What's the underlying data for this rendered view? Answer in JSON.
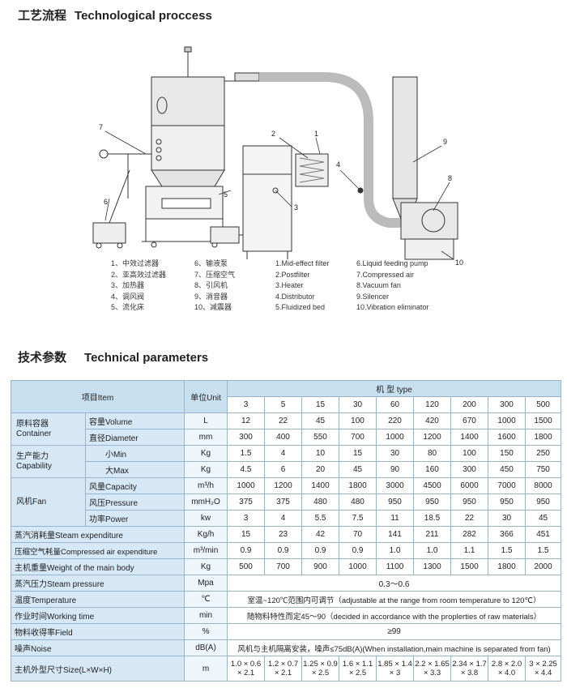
{
  "section1": {
    "title_cn": "工艺流程",
    "title_en": "Technological proccess"
  },
  "diagram": {
    "callouts": [
      "7",
      "2",
      "1",
      "4",
      "9",
      "8",
      "5",
      "6",
      "3",
      "10"
    ],
    "legend_cn": [
      "1、中效过滤器",
      "2、亚高效过滤器",
      "3、加热器",
      "4、调风阀",
      "5、流化床",
      "6、输液泵",
      "7、压缩空气",
      "8、引风机",
      "9、消音器",
      "10、减震器"
    ],
    "legend_en": [
      "1.Mid-effect filter",
      "2.Postfilter",
      "3.Heater",
      "4.Distributor",
      "5.Fluidized bed",
      "6.Liquid feeding pump",
      "7.Compressed air",
      "8.Vacuum fan",
      "9.Silencer",
      "10.Vibration eliminator"
    ]
  },
  "section2": {
    "title_cn": "技术参数",
    "title_en": "Technical parameters"
  },
  "table": {
    "item_header": "项目Item",
    "unit_header": "单位Unit",
    "type_header": "机 型 type",
    "types": [
      "3",
      "5",
      "15",
      "30",
      "60",
      "120",
      "200",
      "300",
      "500"
    ],
    "container": {
      "group": "原料容器 Container",
      "volume": {
        "label": "容量Volume",
        "unit": "L",
        "values": [
          "12",
          "22",
          "45",
          "100",
          "220",
          "420",
          "670",
          "1000",
          "1500"
        ]
      },
      "diameter": {
        "label": "直径Diameter",
        "unit": "mm",
        "values": [
          "300",
          "400",
          "550",
          "700",
          "1000",
          "1200",
          "1400",
          "1600",
          "1800"
        ]
      }
    },
    "capability": {
      "group": "生产能力 Capability",
      "min": {
        "label": "小Min",
        "unit": "Kg",
        "values": [
          "1.5",
          "4",
          "10",
          "15",
          "30",
          "80",
          "100",
          "150",
          "250"
        ]
      },
      "max": {
        "label": "大Max",
        "unit": "Kg",
        "values": [
          "4.5",
          "6",
          "20",
          "45",
          "90",
          "160",
          "300",
          "450",
          "750"
        ]
      }
    },
    "fan": {
      "group": "风机Fan",
      "capacity": {
        "label": "风量Capacity",
        "unit": "m³/h",
        "values": [
          "1000",
          "1200",
          "1400",
          "1800",
          "3000",
          "4500",
          "6000",
          "7000",
          "8000"
        ]
      },
      "pressure": {
        "label": "风压Pressure",
        "unit": "mmH₂O",
        "values": [
          "375",
          "375",
          "480",
          "480",
          "950",
          "950",
          "950",
          "950",
          "950"
        ]
      },
      "power": {
        "label": "功率Power",
        "unit": "kw",
        "values": [
          "3",
          "4",
          "5.5",
          "7.5",
          "11",
          "18.5",
          "22",
          "30",
          "45"
        ]
      }
    },
    "steam_exp": {
      "label": "蒸汽消耗量Steam expenditure",
      "unit": "Kg/h",
      "values": [
        "15",
        "23",
        "42",
        "70",
        "141",
        "211",
        "282",
        "366",
        "451"
      ]
    },
    "air_exp": {
      "label": "压缩空气耗量Compressed air expenditure",
      "unit": "m³/min",
      "values": [
        "0.9",
        "0.9",
        "0.9",
        "0.9",
        "1.0",
        "1.0",
        "1.1",
        "1.5",
        "1.5"
      ]
    },
    "weight": {
      "label": "主机重量Weight of the main body",
      "unit": "Kg",
      "values": [
        "500",
        "700",
        "900",
        "1000",
        "1100",
        "1300",
        "1500",
        "1800",
        "2000"
      ]
    },
    "steam_pressure": {
      "label": "蒸汽压力Steam pressure",
      "unit": "Mpa",
      "value": "0.3～0.6"
    },
    "temperature": {
      "label": "温度Temperature",
      "unit": "℃",
      "value": "室温~120℃范围内可调节（adjustable at the range from room temperature to 120℃）"
    },
    "working_time": {
      "label": "作业时间Working time",
      "unit": "min",
      "value": "随物料特性而定45～90（decided in accordance with the proplerties of raw materials）"
    },
    "field": {
      "label": "物料收得率Field",
      "unit": "%",
      "value": "≥99"
    },
    "noise": {
      "label": "噪声Noise",
      "unit": "dB(A)",
      "value": "风机与主机隔离安装，噪声≤75dB(A)(When installation,main machine is separated from fan)"
    },
    "size": {
      "label": "主机外型尺寸Size(L×W×H)",
      "unit": "m",
      "values_a": [
        "1.0 × 0.6",
        "1.2 × 0.7",
        "1.25 × 0.9",
        "1.6 × 1.1",
        "1.85 × 1.4",
        "2.2 × 1.65",
        "2.34 × 1.7",
        "2.8 × 2.0",
        "3 × 2.25"
      ],
      "values_b": [
        "× 2.1",
        "× 2.1",
        "× 2.5",
        "× 2.5",
        "× 3",
        "× 3.3",
        "× 3.8",
        "× 4.0",
        "× 4.4"
      ]
    }
  }
}
